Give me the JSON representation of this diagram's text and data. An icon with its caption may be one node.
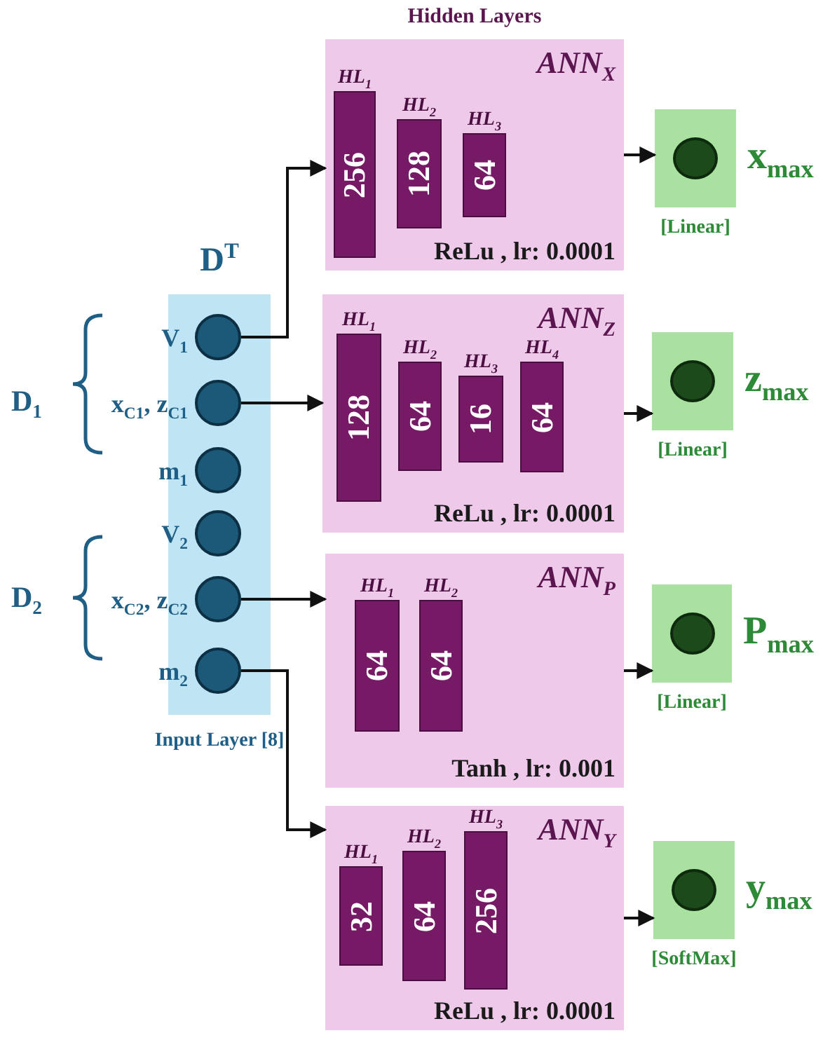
{
  "diagram": {
    "title": "Hidden Layers",
    "nodes": [
      {
        "text": [
          "D$^{T}$",
          "Input Layer [8]"
        ]
      },
      {
        "text": [],
        "shape": "circle",
        "in": 0,
        "beside": [
          "V$_{1}$"
        ]
      },
      {
        "text": [],
        "shape": "circle",
        "in": 0,
        "beside": [
          "x$_{C1}$, z$_{C1}$"
        ]
      },
      {
        "text": [],
        "shape": "circle",
        "in": 0,
        "beside": [
          "m$_{1}$"
        ]
      },
      {
        "text": [],
        "shape": "circle",
        "in": 0,
        "beside": [
          "V$_{2}$"
        ]
      },
      {
        "text": [],
        "shape": "circle",
        "in": 0,
        "beside": [
          "x$_{C2}$, z$_{C2}$"
        ]
      },
      {
        "text": [],
        "shape": "circle",
        "in": 0,
        "beside": [
          "m$_{2}$"
        ]
      },
      {
        "text": [
          "ANN$_{X}$",
          "ReLu , lr: 0.0001"
        ]
      },
      {
        "text": [
          "256"
        ],
        "in": 7,
        "beside": [
          "HL$_{1}$"
        ]
      },
      {
        "text": [
          "128"
        ],
        "in": 7,
        "beside": [
          "HL$_{2}$"
        ]
      },
      {
        "text": [
          "64"
        ],
        "in": 7,
        "beside": [
          "HL$_{3}$"
        ]
      },
      {
        "text": [],
        "shape": "box",
        "beside": [
          "x$_{max}$",
          "[Linear]"
        ]
      },
      {
        "text": [
          "ANN$_{Z}$",
          "ReLu , lr: 0.0001"
        ]
      },
      {
        "text": [
          "128"
        ],
        "in": 12,
        "beside": [
          "HL$_{1}$"
        ]
      },
      {
        "text": [
          "64"
        ],
        "in": 12,
        "beside": [
          "HL$_{2}$"
        ]
      },
      {
        "text": [
          "16"
        ],
        "in": 12,
        "beside": [
          "HL$_{3}$"
        ]
      },
      {
        "text": [
          "64"
        ],
        "in": 12,
        "beside": [
          "HL$_{4}$"
        ]
      },
      {
        "text": [],
        "shape": "box",
        "beside": [
          "z$_{max}$",
          "[Linear]"
        ]
      },
      {
        "text": [
          "ANN$_{P}$",
          "Tanh , lr: 0.001"
        ]
      },
      {
        "text": [
          "64"
        ],
        "in": 18,
        "beside": [
          "HL$_{1}$"
        ]
      },
      {
        "text": [
          "64"
        ],
        "in": 18,
        "beside": [
          "HL$_{2}$"
        ]
      },
      {
        "text": [],
        "shape": "box",
        "beside": [
          "P$_{max}$",
          "[Linear]"
        ]
      },
      {
        "text": [
          "ANN$_{Y}$",
          "ReLu , lr: 0.0001"
        ]
      },
      {
        "text": [
          "32"
        ],
        "in": 22,
        "beside": [
          "HL$_{1}$"
        ]
      },
      {
        "text": [
          "64"
        ],
        "in": 22,
        "beside": [
          "HL$_{2}$"
        ]
      },
      {
        "text": [
          "256"
        ],
        "in": 22,
        "beside": [
          "HL$_{3}$"
        ]
      },
      {
        "text": [],
        "shape": "box",
        "beside": [
          "y$_{max}$",
          "[SoftMax]"
        ]
      }
    ],
    "edges": [
      {
        "from": 1,
        "to": 7,
        "arrow": "to"
      },
      {
        "from": 2,
        "to": 12,
        "arrow": "to"
      },
      {
        "from": 5,
        "to": 18,
        "arrow": "to"
      },
      {
        "from": 6,
        "to": 22,
        "arrow": "to"
      },
      {
        "from": 7,
        "to": 11,
        "arrow": "to"
      },
      {
        "from": 12,
        "to": 17,
        "arrow": "to"
      },
      {
        "from": 18,
        "to": 21,
        "arrow": "to"
      },
      {
        "from": 22,
        "to": 26,
        "arrow": "to"
      }
    ],
    "labels": [
      "D$_{1}$",
      "D$_{2}$"
    ]
  }
}
